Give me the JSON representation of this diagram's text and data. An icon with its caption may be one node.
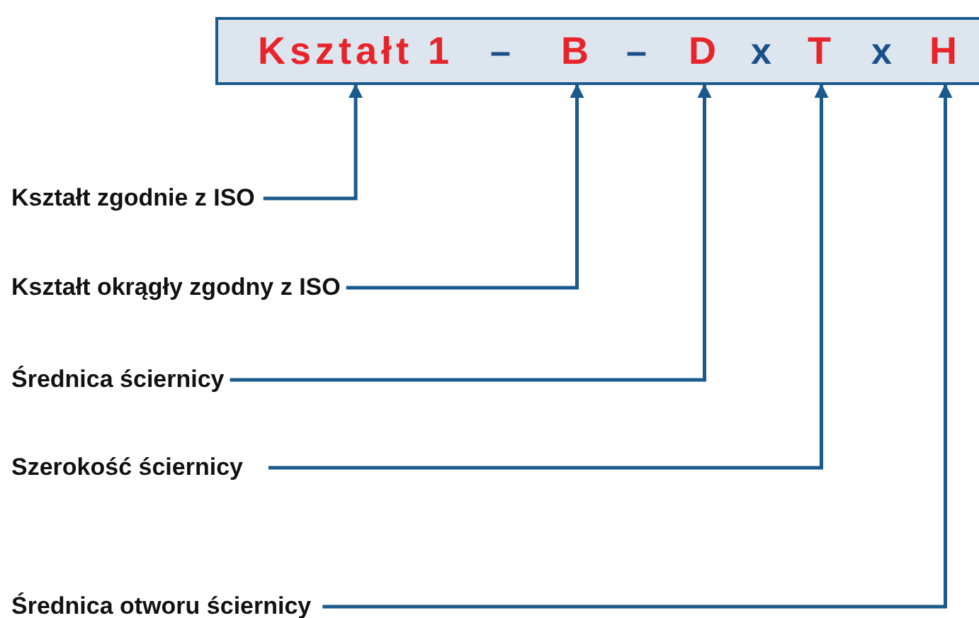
{
  "diagram": {
    "nodes": [
      {
        "text": [
          "–",
          "–",
          "x",
          "x"
        ]
      },
      {
        "text": [
          "Kształt 1"
        ],
        "in": 0
      },
      {
        "text": [
          "B"
        ],
        "in": 0
      },
      {
        "text": [
          "D"
        ],
        "in": 0
      },
      {
        "text": [
          "T"
        ],
        "in": 0
      },
      {
        "text": [
          "H"
        ],
        "in": 0
      },
      {
        "text": [
          "Kształt zgodnie z ISO"
        ]
      },
      {
        "text": [
          "Kształt okrągły zgodny z ISO"
        ]
      },
      {
        "text": [
          "Średnica ściernicy"
        ]
      },
      {
        "text": [
          "Szerokość ściernicy"
        ]
      },
      {
        "text": [
          "Średnica otworu ściernicy"
        ]
      }
    ],
    "edges": [
      {
        "from": 6,
        "to": 1,
        "arrow": "to"
      },
      {
        "from": 7,
        "to": 2,
        "arrow": "to"
      },
      {
        "from": 8,
        "to": 3,
        "arrow": "to"
      },
      {
        "from": 9,
        "to": 4,
        "arrow": "to"
      },
      {
        "from": 10,
        "to": 5,
        "arrow": "to"
      }
    ]
  }
}
